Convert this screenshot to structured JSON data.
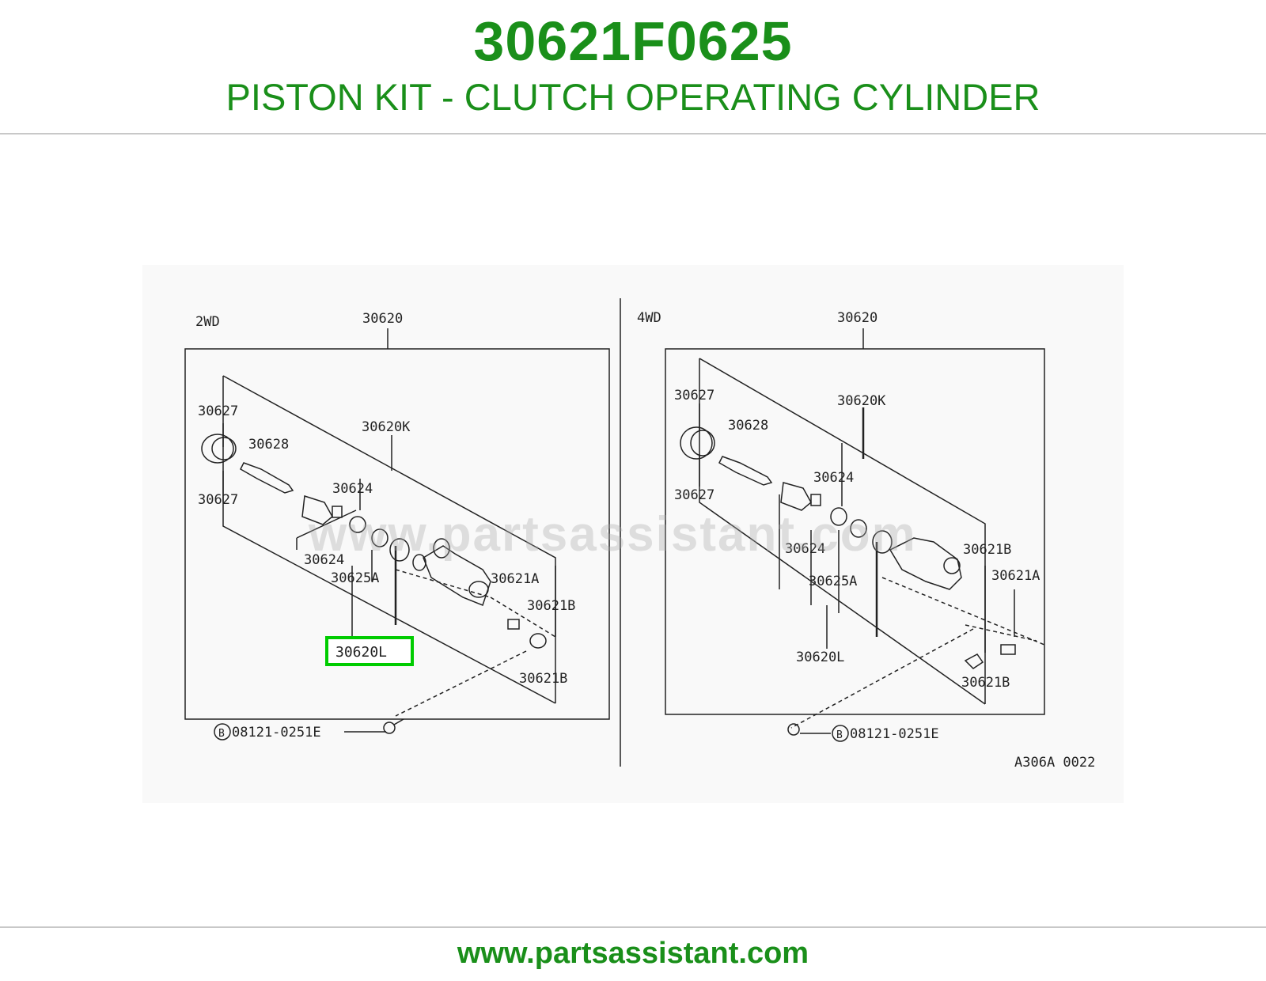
{
  "header": {
    "part_number": "30621F0625",
    "description": "PISTON KIT - CLUTCH OPERATING CYLINDER"
  },
  "colors": {
    "brand": "#1a8f1a",
    "highlight": "#00cc00",
    "line": "#222222"
  },
  "watermark": "www.partsassistant.com",
  "diagram": {
    "left": {
      "variant": "2WD",
      "labels": {
        "assembly": "30620",
        "boot_top": "30627",
        "boot_bottom": "30627",
        "pushrod": "30628",
        "kit_k": "30620K",
        "piston_top": "30624",
        "piston_bottom": "30624",
        "cup": "30625A",
        "kit_l": "30620L",
        "bleeder_a": "30621A",
        "bleeder_b_top": "30621B",
        "bleeder_b_bottom": "30621B",
        "bolt": "08121-0251E",
        "bolt_marker": "B"
      }
    },
    "right": {
      "variant": "4WD",
      "labels": {
        "assembly": "30620",
        "boot_top": "30627",
        "boot_bottom": "30627",
        "pushrod": "30628",
        "kit_k": "30620K",
        "piston_top": "30624",
        "piston_bottom": "30624",
        "cup": "30625A",
        "kit_l": "30620L",
        "bleeder_b_top": "30621B",
        "bleeder_a": "30621A",
        "bleeder_b_bottom": "30621B",
        "bolt": "08121-0251E",
        "bolt_marker": "B"
      }
    },
    "figure_code": "A306A 0022"
  },
  "footer": {
    "url": "www.partsassistant.com"
  }
}
